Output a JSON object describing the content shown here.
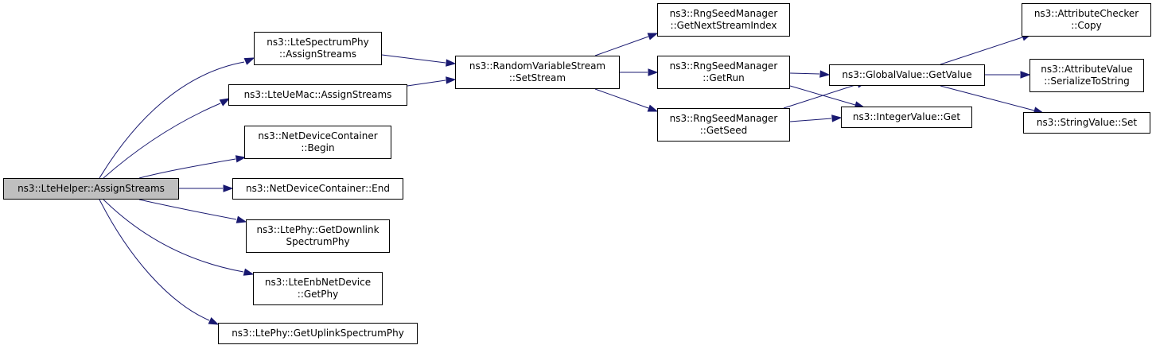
{
  "graph": {
    "edge_color": "#191970",
    "root_fill": "#bfbfbf",
    "nodes": [
      {
        "id": "n0",
        "lines": [
          "ns3::LteHelper::AssignStreams"
        ],
        "root": true
      },
      {
        "id": "n1",
        "lines": [
          "ns3::LteSpectrumPhy",
          "::AssignStreams"
        ]
      },
      {
        "id": "n2",
        "lines": [
          "ns3::LteUeMac::AssignStreams"
        ]
      },
      {
        "id": "n3",
        "lines": [
          "ns3::NetDeviceContainer",
          "::Begin"
        ]
      },
      {
        "id": "n4",
        "lines": [
          "ns3::NetDeviceContainer::End"
        ]
      },
      {
        "id": "n5",
        "lines": [
          "ns3::LtePhy::GetDownlink",
          "SpectrumPhy"
        ]
      },
      {
        "id": "n6",
        "lines": [
          "ns3::LteEnbNetDevice",
          "::GetPhy"
        ]
      },
      {
        "id": "n7",
        "lines": [
          "ns3::LtePhy::GetUplinkSpectrumPhy"
        ]
      },
      {
        "id": "n8",
        "lines": [
          "ns3::RandomVariableStream",
          "::SetStream"
        ]
      },
      {
        "id": "n9",
        "lines": [
          "ns3::RngSeedManager",
          "::GetNextStreamIndex"
        ]
      },
      {
        "id": "n10",
        "lines": [
          "ns3::RngSeedManager",
          "::GetRun"
        ]
      },
      {
        "id": "n11",
        "lines": [
          "ns3::RngSeedManager",
          "::GetSeed"
        ]
      },
      {
        "id": "n12",
        "lines": [
          "ns3::GlobalValue::GetValue"
        ]
      },
      {
        "id": "n13",
        "lines": [
          "ns3::IntegerValue::Get"
        ]
      },
      {
        "id": "n14",
        "lines": [
          "ns3::AttributeChecker",
          "::Copy"
        ]
      },
      {
        "id": "n15",
        "lines": [
          "ns3::AttributeValue",
          "::SerializeToString"
        ]
      },
      {
        "id": "n16",
        "lines": [
          "ns3::StringValue::Set"
        ]
      }
    ],
    "edges": [
      [
        "n0",
        "n1"
      ],
      [
        "n0",
        "n2"
      ],
      [
        "n0",
        "n3"
      ],
      [
        "n0",
        "n4"
      ],
      [
        "n0",
        "n5"
      ],
      [
        "n0",
        "n6"
      ],
      [
        "n0",
        "n7"
      ],
      [
        "n1",
        "n8"
      ],
      [
        "n2",
        "n8"
      ],
      [
        "n8",
        "n9"
      ],
      [
        "n8",
        "n10"
      ],
      [
        "n8",
        "n11"
      ],
      [
        "n10",
        "n12"
      ],
      [
        "n10",
        "n13"
      ],
      [
        "n11",
        "n12"
      ],
      [
        "n11",
        "n13"
      ],
      [
        "n12",
        "n14"
      ],
      [
        "n12",
        "n15"
      ],
      [
        "n12",
        "n16"
      ]
    ]
  }
}
